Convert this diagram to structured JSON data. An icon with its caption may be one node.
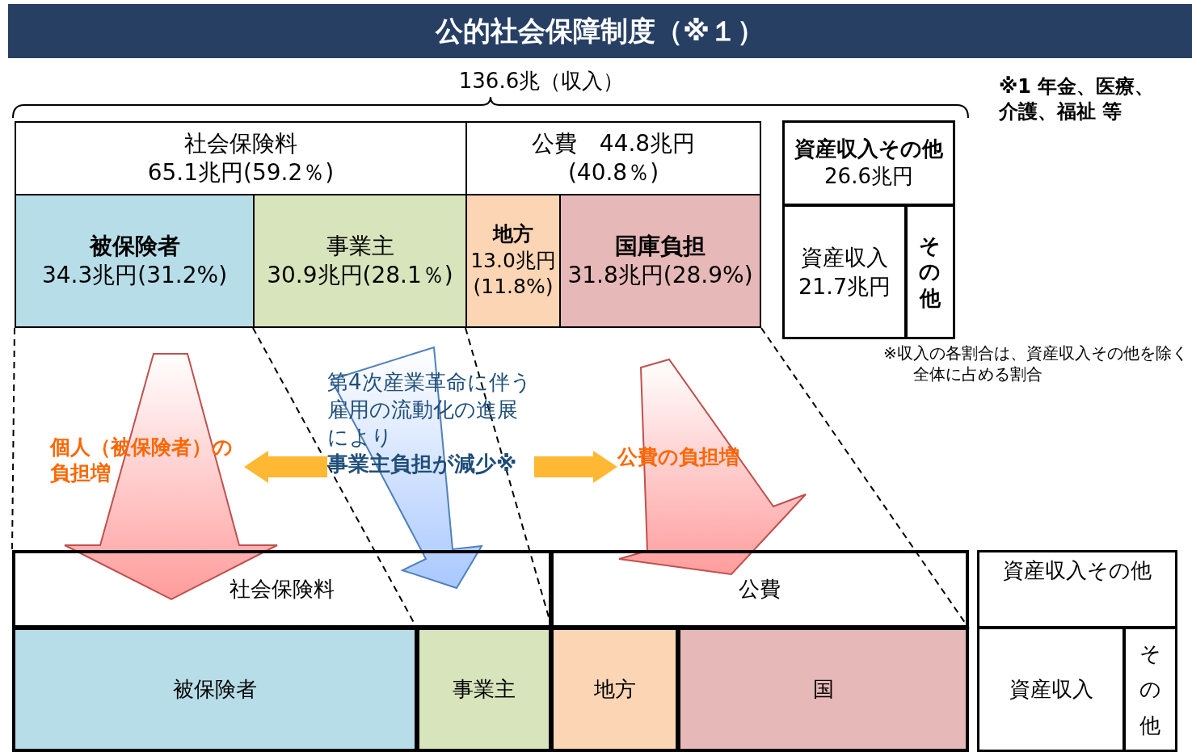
{
  "diagram": {
    "title": "公的社会保障制度（※１）",
    "nodes": [
      {
        "text": [
          "社会保険料",
          "65.1兆円(59.2％)"
        ]
      },
      {
        "text": [
          "公費　44.8兆円",
          "(40.8％)"
        ]
      },
      {
        "text": [
          "被保険者",
          "34.3兆円(31.2%)"
        ]
      },
      {
        "text": [
          "事業主",
          "30.9兆円(28.1％)"
        ]
      },
      {
        "text": [
          "地方",
          "13.0兆円(11.8%)"
        ]
      },
      {
        "text": [
          "国庫負担",
          "31.8兆円(28.9%)"
        ]
      },
      {
        "text": [
          "資産収入その他",
          "26.6兆円"
        ]
      },
      {
        "text": [
          "資産収入",
          "21.7兆円"
        ]
      },
      {
        "text": [
          "その他"
        ]
      },
      {
        "text": [
          "第4次産業革命に伴う雇用の流動化の進展により",
          "事業主負担が減少※"
        ]
      },
      {
        "text": [
          "個人（被保険者）の負担増"
        ]
      },
      {
        "text": [
          "公費の負担増"
        ]
      },
      {
        "text": [
          "社会保険料"
        ]
      },
      {
        "text": [
          "公費"
        ]
      },
      {
        "text": [
          "資産収入その他"
        ]
      },
      {
        "text": [
          "被保険者"
        ]
      },
      {
        "text": [
          "事業主"
        ]
      },
      {
        "text": [
          "地方"
        ]
      },
      {
        "text": [
          "国"
        ]
      },
      {
        "text": [
          "資産収入"
        ]
      },
      {
        "text": [
          "その他"
        ]
      }
    ],
    "edges": [
      {
        "from": 9,
        "to": 10,
        "arrow": "to",
        "style": "thick",
        "color": "#ffb833"
      },
      {
        "from": 9,
        "to": 11,
        "arrow": "to",
        "style": "thick",
        "color": "#ffb833"
      },
      {
        "from": 2,
        "to": 12,
        "arrow": "none",
        "style": "dashed"
      },
      {
        "from": 3,
        "to": 12,
        "arrow": "none",
        "style": "dashed"
      },
      {
        "from": 4,
        "to": 12,
        "arrow": "none",
        "style": "dashed"
      },
      {
        "from": 5,
        "to": 13,
        "arrow": "none",
        "style": "dashed"
      },
      {
        "from": 2,
        "to": 12,
        "arrow": "to",
        "style": "thick",
        "color": "#ff9c9c"
      },
      {
        "from": 3,
        "to": 12,
        "arrow": "to",
        "style": "thick",
        "color": "#a9c8ff"
      },
      {
        "from": 5,
        "to": 13,
        "arrow": "to",
        "style": "thick",
        "color": "#ff9c9c"
      }
    ],
    "labels": [
      "136.6兆（収入）",
      "※1 年金、医療、介護、福祉 等",
      "※収入の各割合は、資産収入その他を除く全体に占める割合"
    ]
  }
}
